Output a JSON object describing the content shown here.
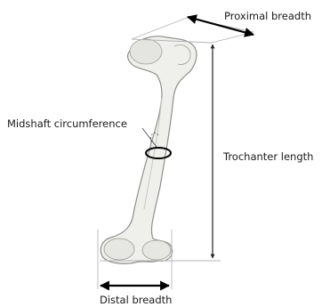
{
  "labels": {
    "proximal_breadth": "Proximal breadth",
    "midshaft_circumference": "Midshaft circumference",
    "trochanter_length": "Trochanter length",
    "distal_breadth": "Distal breadth"
  },
  "colors": {
    "bone_fill": "#efefec",
    "bone_outline": "#8f8f8a",
    "measure_lines": "#000000",
    "guide_lines": "#b5b5b5"
  }
}
